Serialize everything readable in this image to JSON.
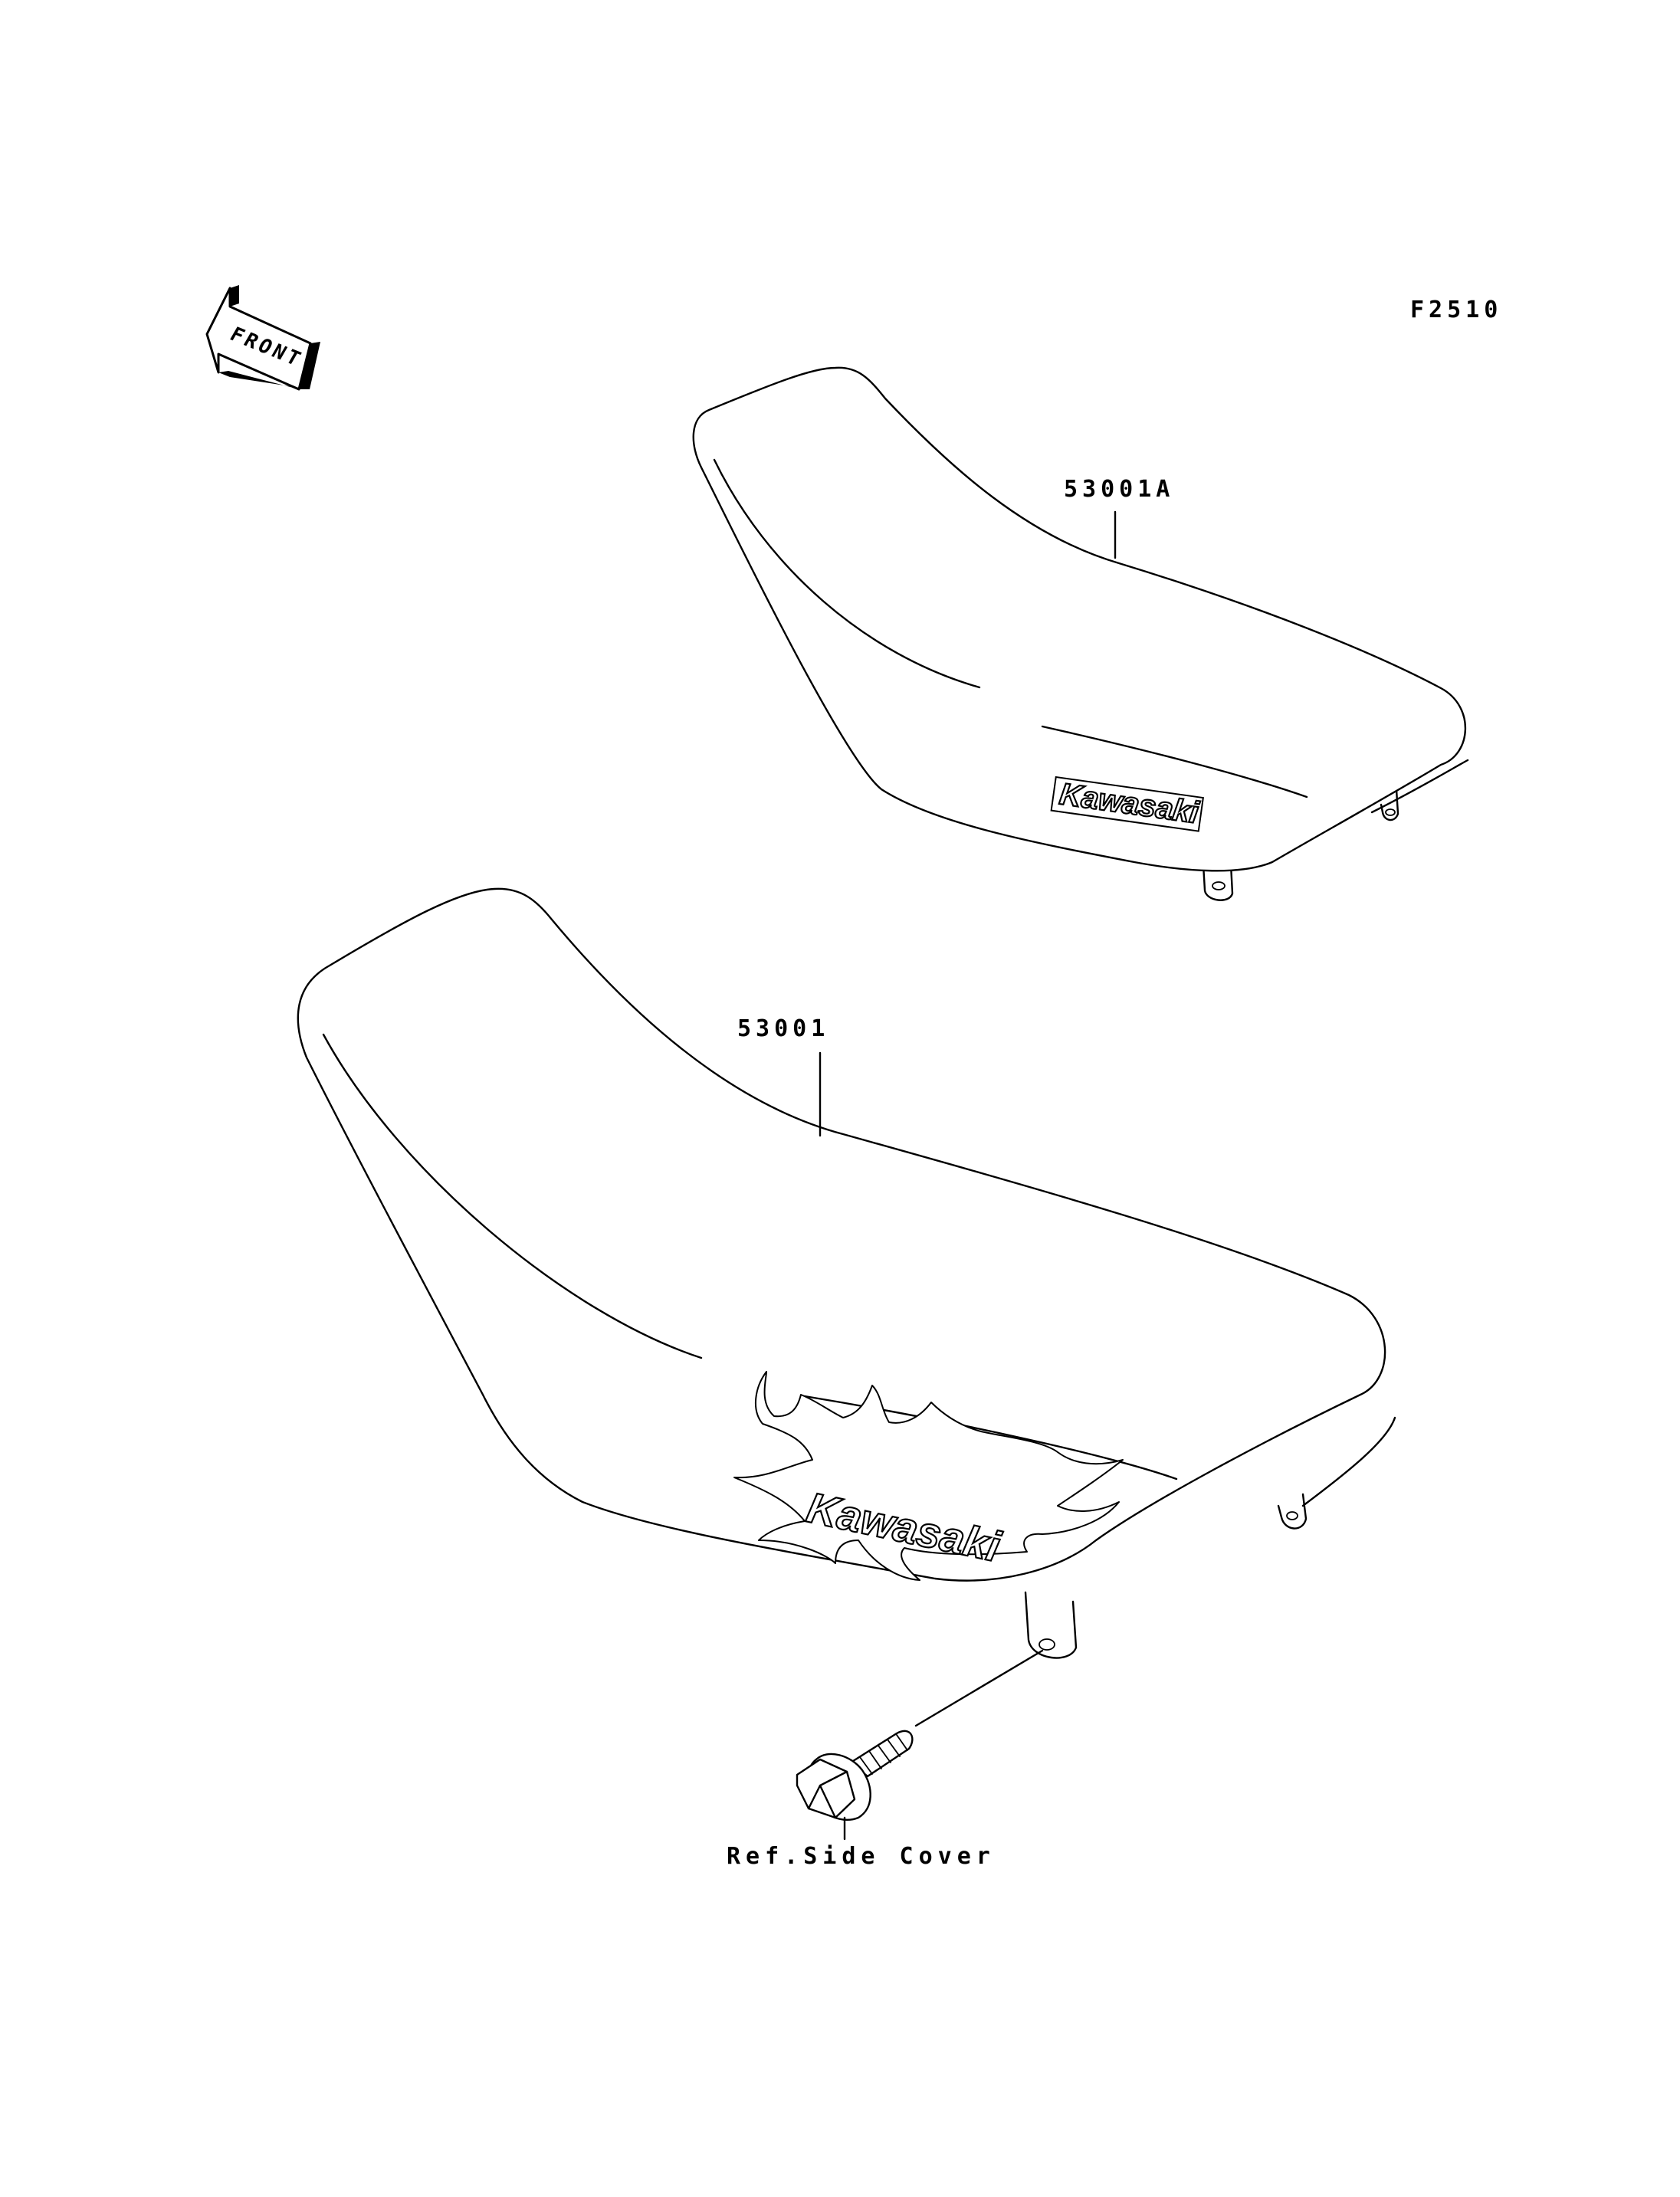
{
  "figure_code": "F2510",
  "front_marker": {
    "text": "FRONT",
    "icon": "front-arrow-icon"
  },
  "parts": [
    {
      "part_number": "53001A",
      "logo_text": "Kawasaki",
      "logo_icon": "kawasaki-logo-icon"
    },
    {
      "part_number": "53001",
      "logo_text": "Kawasaki",
      "logo_icon": "kawasaki-flame-logo-icon"
    }
  ],
  "bolt": {
    "icon": "hex-bolt-icon",
    "reference_label": "Ref.Side Cover"
  },
  "colors": {
    "line": "#000000",
    "background": "#ffffff"
  }
}
